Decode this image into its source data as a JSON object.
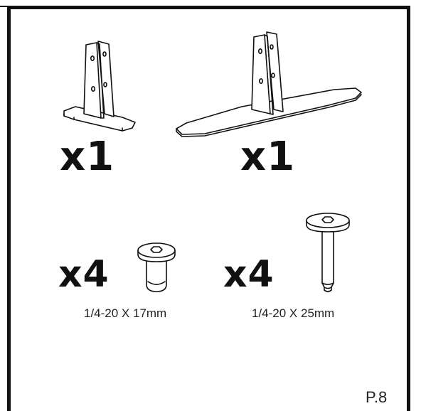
{
  "parts": {
    "small_bracket_qty": "x1",
    "long_base_qty": "x1",
    "short_screw_qty": "x4",
    "long_screw_qty": "x4",
    "short_screw_spec": "1/4-20 X 17mm",
    "long_screw_spec": "1/4-20 X 25mm"
  },
  "page": {
    "number": "P.8"
  },
  "colors": {
    "line": "#111111",
    "paper": "#ffffff",
    "shade": "#f2f2f2"
  }
}
